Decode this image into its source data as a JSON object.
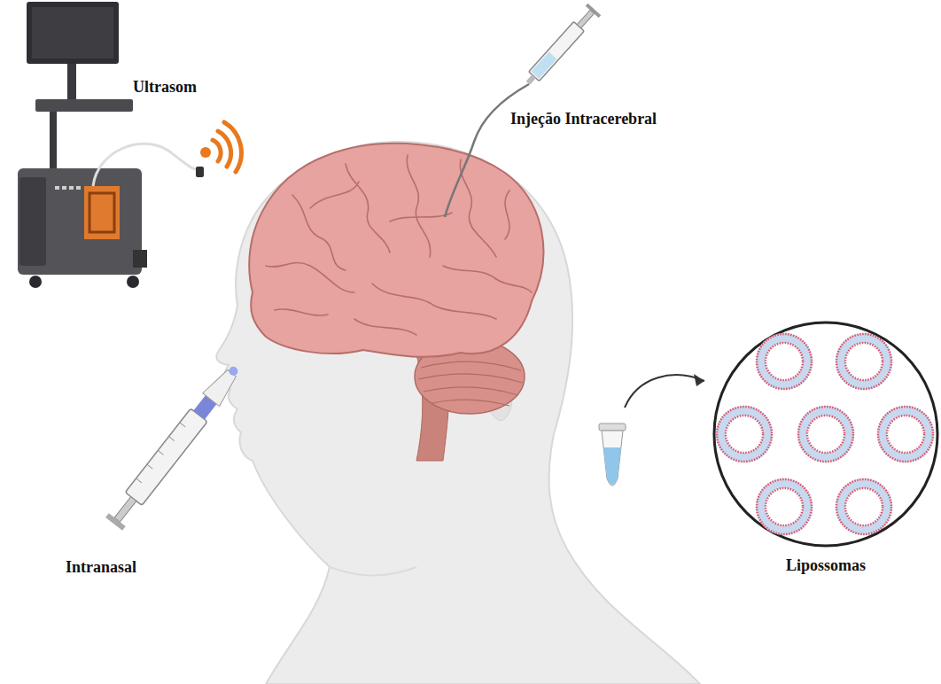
{
  "diagram": {
    "labels": [
      "Ultrasom",
      "Injeção Intracerebral",
      "Intranasal",
      "Lipossomas"
    ]
  }
}
